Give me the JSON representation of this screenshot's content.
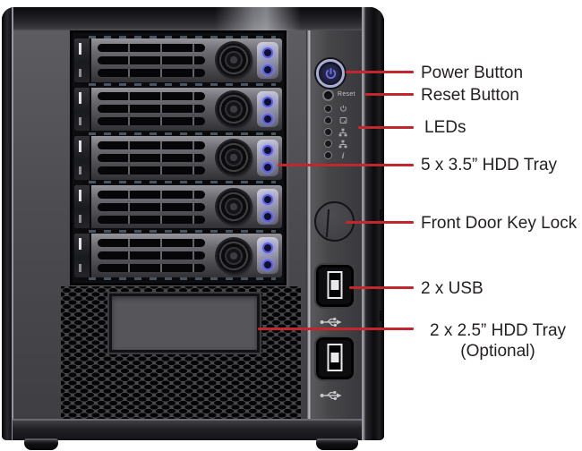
{
  "figure": {
    "kind": "hardware front-panel callout diagram",
    "background": "#ffffff"
  },
  "device": {
    "reset_label": "Reset",
    "drive_tray_count": 5,
    "tray_led_count": 2,
    "status_led_count": 5,
    "status_led_icons": [
      "power-icon",
      "hdd-icon",
      "lan-icon",
      "lan-icon",
      "info-icon"
    ],
    "info_led_glyph": "i",
    "usb_port_count": 2
  },
  "callouts": [
    {
      "label": "Power Button"
    },
    {
      "label": "Reset Button"
    },
    {
      "label": "LEDs"
    },
    {
      "label": "5 x 3.5” HDD Tray"
    },
    {
      "label": "Front Door Key Lock"
    },
    {
      "label": "2 x USB"
    },
    {
      "label": "2 x 2.5” HDD Tray",
      "label_line2": "(Optional)"
    }
  ],
  "colors": {
    "callout_line": "#c1272d",
    "label_text": "#231f20",
    "tray_led_blue": "#5a5ee0",
    "power_glyph_blue": "#6a71e8",
    "chassis_dark": "#1b1b1d",
    "front_panel_gray": "#4d4d51"
  }
}
